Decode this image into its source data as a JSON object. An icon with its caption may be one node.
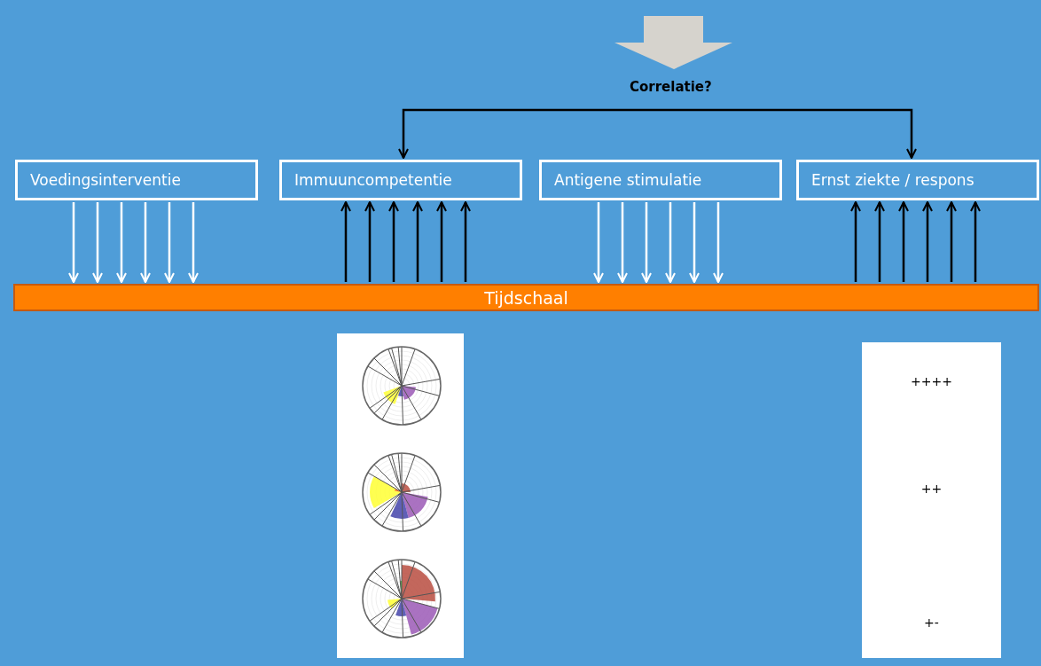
{
  "diagram": {
    "nodes": [
      {
        "text": [
          "Voedingsinterventie"
        ]
      },
      {
        "text": [
          "Immuuncompetentie"
        ]
      },
      {
        "text": [
          "Antigene stimulatie"
        ]
      },
      {
        "text": [
          "Ernst ziekte / respons"
        ]
      },
      {
        "text": [
          "Tijdschaal"
        ]
      },
      {
        "text": [
          "++++",
          "++",
          "+-"
        ]
      }
    ],
    "edges": [
      {
        "from": 1,
        "to": 3,
        "arrow": "both",
        "label": "Correlatie?"
      },
      {
        "from": 0,
        "to": 4,
        "arrow": "to",
        "color": "#ffffff"
      },
      {
        "from": 0,
        "to": 4,
        "arrow": "to",
        "color": "#ffffff"
      },
      {
        "from": 0,
        "to": 4,
        "arrow": "to",
        "color": "#ffffff"
      },
      {
        "from": 0,
        "to": 4,
        "arrow": "to",
        "color": "#ffffff"
      },
      {
        "from": 0,
        "to": 4,
        "arrow": "to",
        "color": "#ffffff"
      },
      {
        "from": 0,
        "to": 4,
        "arrow": "to",
        "color": "#ffffff"
      },
      {
        "from": 4,
        "to": 1,
        "arrow": "to"
      },
      {
        "from": 4,
        "to": 1,
        "arrow": "to"
      },
      {
        "from": 4,
        "to": 1,
        "arrow": "to"
      },
      {
        "from": 4,
        "to": 1,
        "arrow": "to"
      },
      {
        "from": 4,
        "to": 1,
        "arrow": "to"
      },
      {
        "from": 4,
        "to": 1,
        "arrow": "to"
      },
      {
        "from": 2,
        "to": 4,
        "arrow": "to",
        "color": "#ffffff"
      },
      {
        "from": 2,
        "to": 4,
        "arrow": "to",
        "color": "#ffffff"
      },
      {
        "from": 2,
        "to": 4,
        "arrow": "to",
        "color": "#ffffff"
      },
      {
        "from": 2,
        "to": 4,
        "arrow": "to",
        "color": "#ffffff"
      },
      {
        "from": 2,
        "to": 4,
        "arrow": "to",
        "color": "#ffffff"
      },
      {
        "from": 2,
        "to": 4,
        "arrow": "to",
        "color": "#ffffff"
      },
      {
        "from": 4,
        "to": 3,
        "arrow": "to"
      },
      {
        "from": 4,
        "to": 3,
        "arrow": "to"
      },
      {
        "from": 4,
        "to": 3,
        "arrow": "to"
      },
      {
        "from": 4,
        "to": 3,
        "arrow": "to"
      },
      {
        "from": 4,
        "to": 3,
        "arrow": "to"
      },
      {
        "from": 4,
        "to": 3,
        "arrow": "to"
      }
    ]
  }
}
